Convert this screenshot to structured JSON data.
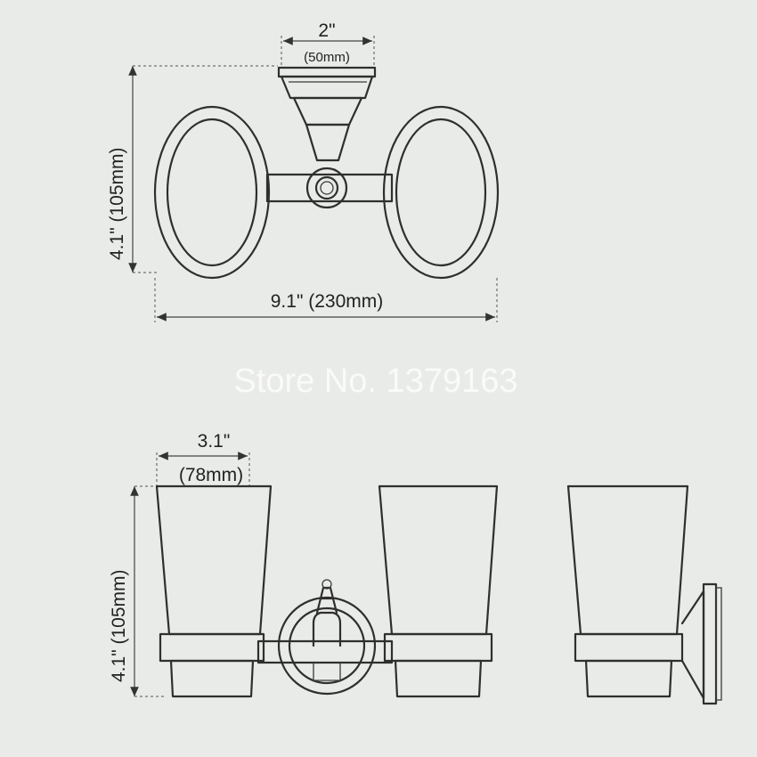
{
  "top_view": {
    "mount_width_label": "2\"",
    "mount_width_mm": "(50mm)",
    "height_label": "4.1\" (105mm)",
    "total_width_label": "9.1\" (230mm)"
  },
  "watermark": "Store No. 1379163",
  "front_view": {
    "cup_width_label": "3.1\"",
    "cup_width_mm": "(78mm)",
    "height_label": "4.1\" (105mm)"
  }
}
